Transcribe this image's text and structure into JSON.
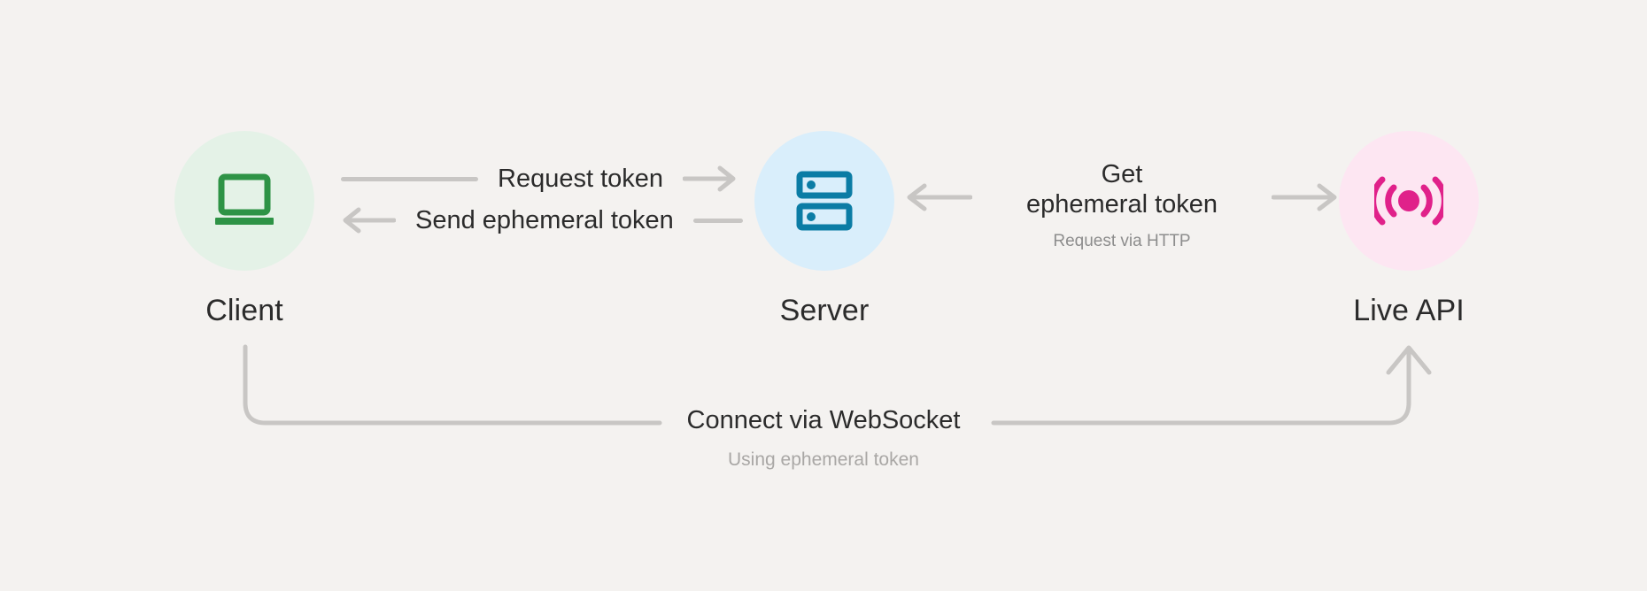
{
  "canvas": {
    "background": "#f4f2f0",
    "line_color": "#c8c6c4",
    "text_color": "#2b2b2b",
    "muted_text_color": "#8d8d8d"
  },
  "nodes": [
    {
      "id": "client",
      "label": "Client",
      "icon": "laptop-icon",
      "icon_color": "#2e9346",
      "circle_color": "#e4f2e7"
    },
    {
      "id": "server",
      "label": "Server",
      "icon": "server-rack-icon",
      "icon_color": "#0b7ca5",
      "circle_color": "#d9eefb"
    },
    {
      "id": "live-api",
      "label": "Live API",
      "icon": "broadcast-icon",
      "icon_color": "#e0218a",
      "circle_color": "#fde6f2"
    }
  ],
  "flows": {
    "request_token": {
      "label": "Request token",
      "direction": "right",
      "from": "client",
      "to": "server"
    },
    "send_ephemeral_token": {
      "label": "Send ephemeral token",
      "direction": "left",
      "from": "server",
      "to": "client"
    },
    "get_ephemeral_token": {
      "label_line1": "Get",
      "label_line2": "ephemeral token",
      "sublabel": "Request via HTTP",
      "left_arrow_direction": "left",
      "right_arrow_direction": "right",
      "from": "live-api",
      "to": "server"
    },
    "websocket": {
      "label": "Connect via WebSocket",
      "sublabel": "Using ephemeral token",
      "direction": "right",
      "from": "client",
      "to": "live-api"
    }
  }
}
